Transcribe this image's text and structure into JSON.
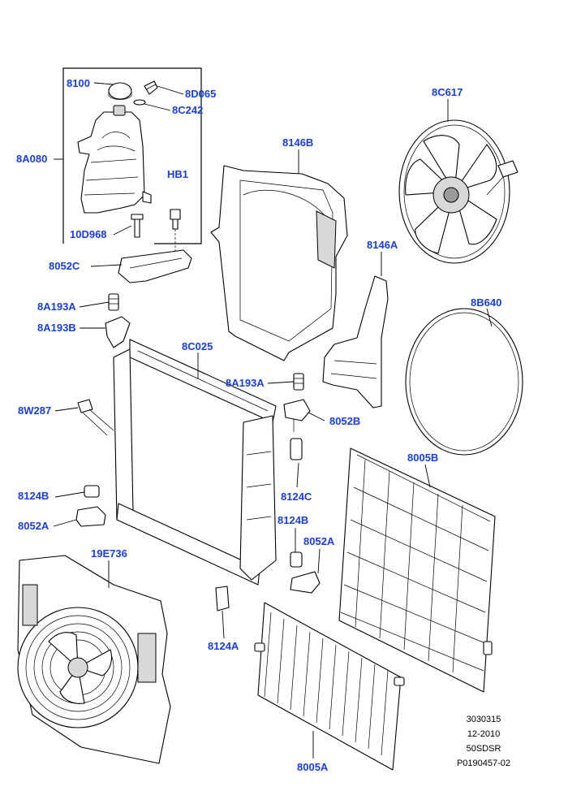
{
  "label_color": "#1a3fd6",
  "labels": {
    "l8100": "8100",
    "l8D065": "8D065",
    "l8C242": "8C242",
    "l8A080": "8A080",
    "l10D968": "10D968",
    "lHB1": "HB1",
    "l8052C": "8052C",
    "l8146B": "8146B",
    "l8C617": "8C617",
    "l8146A": "8146A",
    "l8B640": "8B640",
    "l8A193A_1": "8A193A",
    "l8A193B": "8A193B",
    "l8C025": "8C025",
    "l8A193A_2": "8A193A",
    "l8W287": "8W287",
    "l8052B": "8052B",
    "l8124C": "8124C",
    "l8124B_1": "8124B",
    "l8052A_1": "8052A",
    "l8124B_2": "8124B",
    "l8052A_2": "8052A",
    "l8005B": "8005B",
    "l19E736": "19E736",
    "l8124A": "8124A",
    "l8005A": "8005A"
  },
  "info": {
    "line1": "3030315",
    "line2": "12-2010",
    "line3": "50SDSR",
    "line4": "P0190457-02"
  }
}
